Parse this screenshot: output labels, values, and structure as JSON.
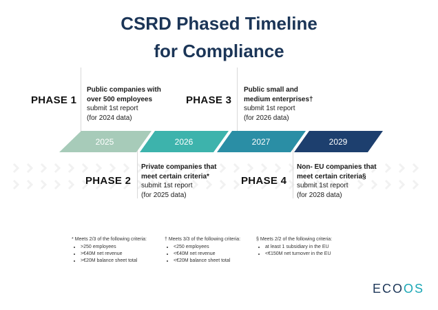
{
  "title": {
    "line1": "CSRD Phased Timeline",
    "line2": "for Compliance"
  },
  "phases": [
    {
      "label": "PHASE 1",
      "strong": "Public companies with over 500 employees",
      "plain": "submit 1st report (for 2024 data)"
    },
    {
      "label": "PHASE 2",
      "strong": "Private companies that meet certain criteria*",
      "plain": "submit 1st report (for 2025 data)"
    },
    {
      "label": "PHASE 3",
      "strong": "Public small and medium enterprises†",
      "plain": "submit 1st report (for 2026 data)"
    },
    {
      "label": "PHASE 4",
      "strong": "Non- EU companies that meet certain criteria§",
      "plain": "submit 1st report (for 2028 data)"
    }
  ],
  "timeline": {
    "years": [
      "2025",
      "2026",
      "2027",
      "2029"
    ],
    "colors": [
      "#a7cbb9",
      "#3db3ac",
      "#2a8ea5",
      "#1d3f6e"
    ]
  },
  "footnotes": [
    {
      "title": "* Meets 2/3 of the following criteria:",
      "items": [
        ">250 employees",
        ">€40M net revenue",
        ">€20M balance sheet total"
      ]
    },
    {
      "title": "† Meets 3/3 of the following criteria:",
      "items": [
        "<250 employees",
        "<€40M net revenue",
        "<€20M balance sheet total"
      ]
    },
    {
      "title": "§ Meets 2/2 of the following criteria:",
      "items": [
        "at least 1 subsidiary in the EU",
        "<€150M net turnover in the EU"
      ]
    }
  ],
  "logo": {
    "text_a": "ECO",
    "text_b": "OS",
    "icon": "eco-os-logo"
  }
}
